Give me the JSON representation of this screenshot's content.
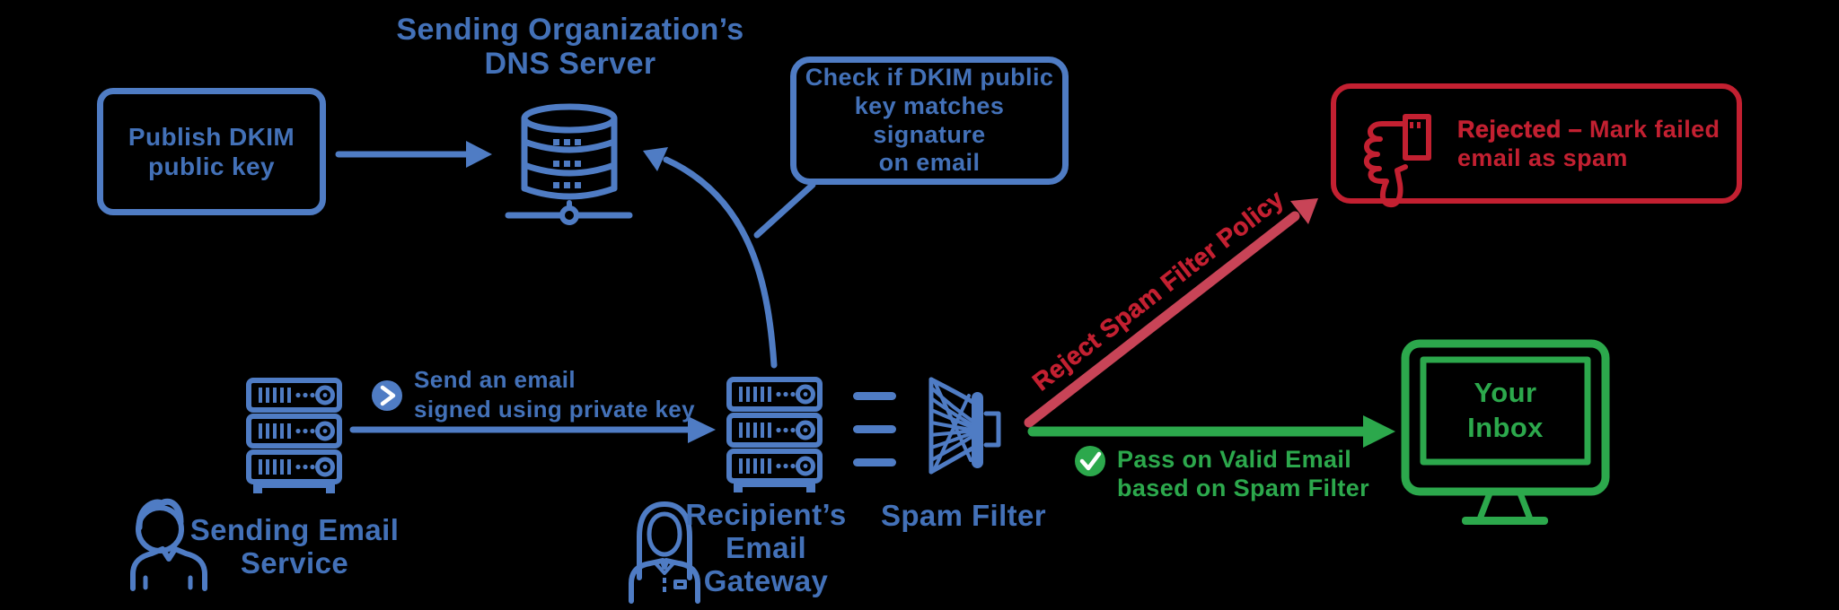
{
  "colors": {
    "blue": "#4f7cc4",
    "blue_text": "#4371b8",
    "red": "#c32031",
    "red_arrow": "#c84457",
    "green": "#2ca84c",
    "white": "#ffffff",
    "background": "#000000"
  },
  "nodes": {
    "dns_server": {
      "title": "Sending Organization’s\nDNS Server",
      "icon": "database-icon"
    },
    "publish_box": {
      "label": "Publish DKIM\npublic key"
    },
    "check_bubble": {
      "label": "Check if DKIM public\nkey matches signature\non email"
    },
    "rejected": {
      "emphasis": "Rejected – ",
      "text": "Mark failed email as spam",
      "icon": "thumbs-down-icon"
    },
    "sending_service": {
      "label": "Sending Email\nService",
      "icons": [
        "server-rack-icon",
        "person-male-icon"
      ]
    },
    "recipient_gateway": {
      "label": "Recipient’s\nEmail\nGateway",
      "icons": [
        "server-rack-icon",
        "person-female-icon"
      ]
    },
    "spam_filter": {
      "label": "Spam Filter",
      "icon": "funnel-filter-icon"
    },
    "inbox": {
      "label": "Your\nInbox",
      "icon": "monitor-icon"
    }
  },
  "edges": {
    "send_email": {
      "label": "Send an email\nsigned using private key",
      "badge_icon": "chevron-right-circle-icon"
    },
    "reject": {
      "label": "Reject Spam Filter Policy"
    },
    "pass": {
      "label": "Pass on Valid Email\nbased on Spam Filter",
      "badge_icon": "check-circle-icon"
    }
  }
}
